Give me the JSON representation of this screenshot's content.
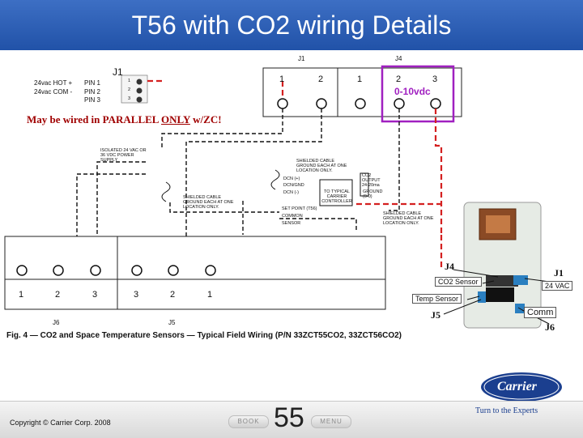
{
  "title": "T56 with CO2 wiring Details",
  "j1_label": "J1",
  "j1_pins": [
    "1",
    "2",
    "3"
  ],
  "left_power": {
    "hot": "24vac HOT +",
    "com": "24vac COM -",
    "pin1": "PIN 1",
    "pin2": "PIN 2",
    "pin3": "PIN 3"
  },
  "top_connectors": {
    "j1_header": "J1",
    "j4_header": "J4",
    "j1_terminals": [
      "1",
      "2"
    ],
    "j4_terminals": [
      "1",
      "2",
      "3"
    ]
  },
  "signal_label": "0-10vdc",
  "note": {
    "prefix": "May be wired in PARALLEL ",
    "emphasis": "ONLY",
    "suffix": " w/ZC!"
  },
  "diagram_text": {
    "power_supply": "ISOLATED 24 VAC OR 36 VDC POWER SUPPLY",
    "shielded_top": "SHIELDED CABLE GROUND EACH AT ONE LOCATION ONLY.",
    "dcn_pos": "DCN (+)",
    "dcn_gnd": "DCN/GND",
    "dcn_neg": "DCN (-)",
    "co2_output": "CO2 OUTPUT 24-20ma",
    "ground": "GROUND (0-0)",
    "shielded_left": "SHIELDED CABLE GROUND EACH AT ONE LOCATION ONLY.",
    "controller": "TO TYPICAL CARRIER CONTROLLER",
    "set_point": "SET POINT (T56)",
    "common": "COMMON",
    "sensor": "SENSOR",
    "shielded_right": "SHIELDED CABLE GROUND EACH AT ONE LOCATION ONLY."
  },
  "bottom_block": {
    "j6_terminals": [
      "1",
      "2",
      "3"
    ],
    "j5_terminals": [
      "3",
      "2",
      "1"
    ],
    "j6_label": "J6",
    "j5_label": "J5"
  },
  "figure_caption": "Fig. 4 — CO2 and Space Temperature Sensors — Typical Field Wiring (P/N 33ZCT55CO2, 33ZCT56CO2)",
  "photo_labels": {
    "j4": "J4",
    "j1": "J1",
    "co2_sensor": "CO2 Sensor",
    "vac": "24 VAC",
    "temp_sensor": "Temp Sensor",
    "comm": "Comm",
    "j5": "J5",
    "j6": "J6"
  },
  "brand": {
    "name": "Carrier",
    "tagline": "Turn to the Experts",
    "accent": "#1b3f8f"
  },
  "footer": {
    "copyright": "Copyright © Carrier Corp. 2008",
    "page_number": "55",
    "book": "BOOK",
    "menu": "MENU"
  },
  "colors": {
    "title_bar": "#2b5cb4",
    "highlight_box": "#a020c0",
    "wire_red": "#d42020"
  }
}
